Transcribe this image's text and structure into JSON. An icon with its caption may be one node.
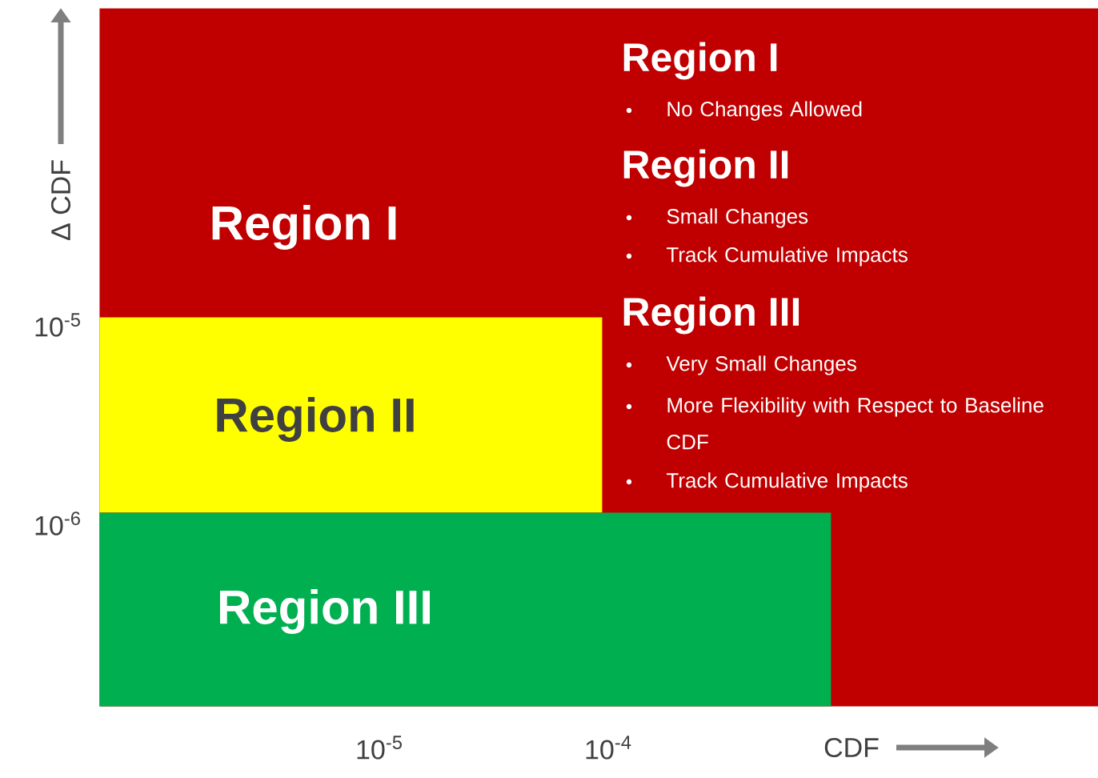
{
  "diagram": {
    "nodes": [
      {
        "text": [
          "Region I"
        ]
      },
      {
        "text": [
          "Region II"
        ],
        "in": 0
      },
      {
        "text": [
          "Region III"
        ],
        "in": 0
      }
    ],
    "labels": [
      "Region I",
      "No Changes Allowed",
      "Region II",
      "Small Changes",
      "Track Cumulative Impacts",
      "Region III",
      "Very Small Changes",
      "More Flexibility with Respect to Baseline CDF",
      "Track Cumulative Impacts",
      "Δ CDF",
      "10$^{-5}$",
      "10$^{-6}$",
      "10$^{-5}$",
      "10$^{-4}$",
      "CDF"
    ]
  }
}
